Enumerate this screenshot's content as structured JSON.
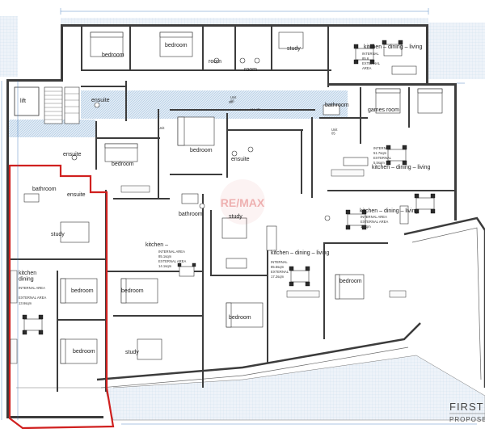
{
  "title": {
    "line1": "FIRST F",
    "line2": "PROPOSE"
  },
  "watermark": "RE/MAX",
  "rooms": [
    {
      "id": "bedroom-top-1",
      "label": "bedroom"
    },
    {
      "id": "bedroom-top-2",
      "label": "bedroom"
    },
    {
      "id": "room-top",
      "label": "room"
    },
    {
      "id": "room-top-2",
      "label": "room"
    },
    {
      "id": "study-top",
      "label": "study"
    },
    {
      "id": "kdl-top",
      "label": "kitchen – dining – living"
    },
    {
      "id": "lift",
      "label": "lift"
    },
    {
      "id": "ensuite-top",
      "label": "ensuite"
    },
    {
      "id": "games-room",
      "label": "games room"
    },
    {
      "id": "bathroom-right",
      "label": "bathroom"
    },
    {
      "id": "ensuite-mid",
      "label": "ensuite"
    },
    {
      "id": "bedroom-mid-left",
      "label": "bedroom"
    },
    {
      "id": "bedroom-center",
      "label": "bedroom"
    },
    {
      "id": "ensuite-center",
      "label": "ensuite"
    },
    {
      "id": "kdl-right",
      "label": "kitchen – dining – living"
    },
    {
      "id": "kdl-right-2",
      "label": "kitchen – dining – living"
    },
    {
      "id": "bathroom-left",
      "label": "bathroom"
    },
    {
      "id": "ensuite-left",
      "label": "ensuite"
    },
    {
      "id": "bathroom-center",
      "label": "bathroom"
    },
    {
      "id": "study-center",
      "label": "study"
    },
    {
      "id": "study-left",
      "label": "study"
    },
    {
      "id": "kitchen-center",
      "label": "kitchen –"
    },
    {
      "id": "kitchen-dining-center",
      "label": "kitchen – dining – living"
    },
    {
      "id": "kitchen-dining-left",
      "label": "kitchen\ndining"
    },
    {
      "id": "bedroom-lower-1",
      "label": "bedroom"
    },
    {
      "id": "bedroom-lower-2",
      "label": "bedroom"
    },
    {
      "id": "bedroom-lower-3",
      "label": "bedroom"
    },
    {
      "id": "bedroom-lower-4",
      "label": "bedroom"
    },
    {
      "id": "study-lower",
      "label": "study"
    },
    {
      "id": "bedroom-lower-right",
      "label": "bedroom"
    }
  ],
  "units": [
    {
      "id": "unit-06",
      "label": "Unit\n06"
    },
    {
      "id": "unit-05",
      "label": "Unit\n05"
    },
    {
      "id": "unit-04",
      "label": "Unit"
    }
  ],
  "areas": [
    {
      "id": "area-left",
      "lines": [
        "INTERNAL AREA",
        "EXTERNAL AREA",
        "13.6sqm"
      ]
    },
    {
      "id": "area-center-left",
      "lines": [
        "INTERNAL AREA",
        "85.1sqm",
        "EXTERNAL AREA",
        "14.1sqm"
      ]
    },
    {
      "id": "area-center",
      "lines": [
        "INTERNAL",
        "85.6sqm",
        "EXTERNAL",
        "17.2sqm"
      ]
    },
    {
      "id": "area-games",
      "lines": [
        "INTERNAL",
        "51.7sqm",
        "EXTERNAL",
        "5.5sqm"
      ]
    },
    {
      "id": "area-right",
      "lines": [
        "INTERNAL AREA",
        "EXTERNAL AREA",
        "17sqm"
      ]
    },
    {
      "id": "area-top",
      "lines": [
        "INTERNAL",
        "85.6",
        "EXTERNAL",
        "AREA"
      ]
    }
  ],
  "misc_labels": {
    "hlw": "H.L.W",
    "stair_number": "06"
  },
  "colors": {
    "highlight": "#d0201f",
    "dimension": "#2d6fb8",
    "wall": "#3c3c3c",
    "tile": "#bcd4ea"
  }
}
